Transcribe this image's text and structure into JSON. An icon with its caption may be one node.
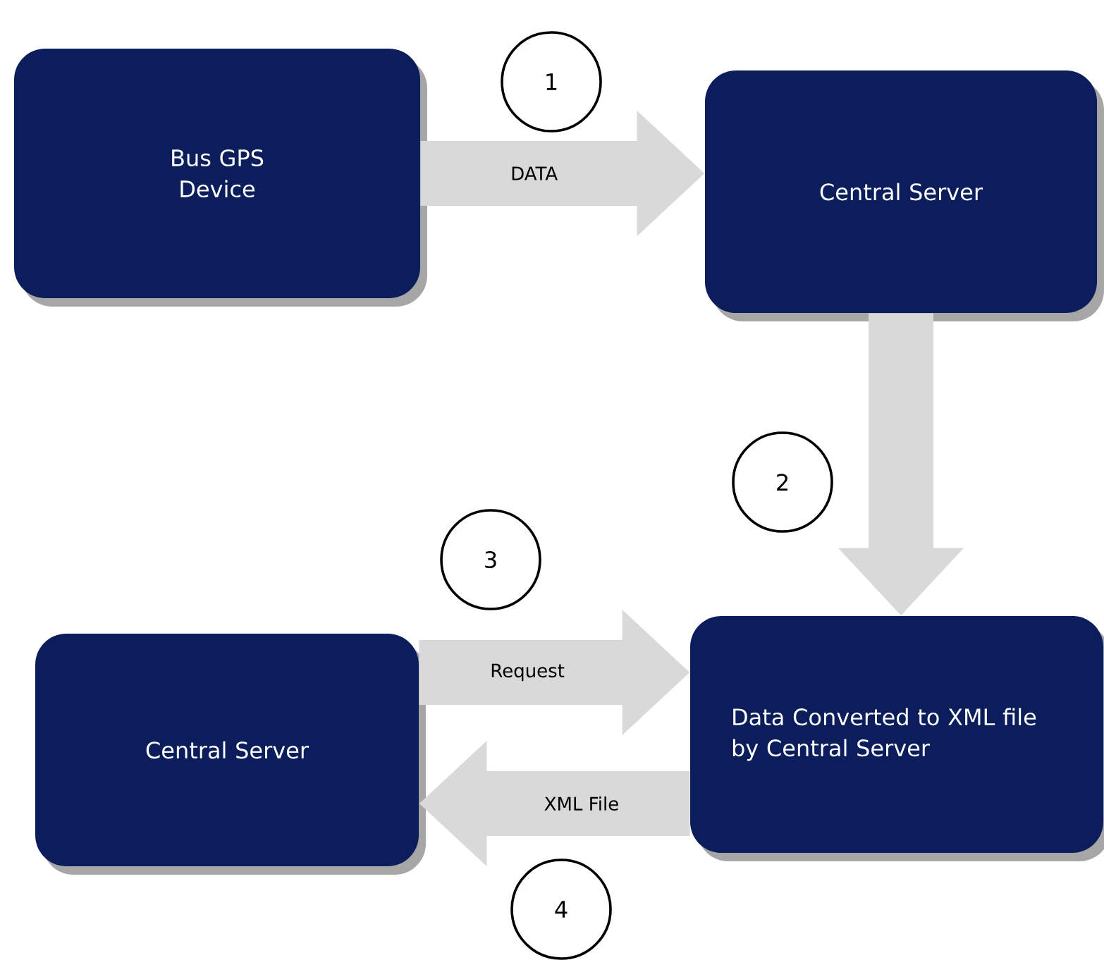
{
  "diagram": {
    "nodes": [
      {
        "text": [
          "Bus GPS Device"
        ]
      },
      {
        "text": [
          "Central Server"
        ]
      },
      {
        "text": [
          "Data Converted to XML file by Central Server"
        ]
      },
      {
        "text": [
          "Central Server"
        ]
      },
      {
        "text": [
          "1"
        ]
      },
      {
        "text": [
          "2"
        ]
      },
      {
        "text": [
          "3"
        ]
      },
      {
        "text": [
          "4"
        ]
      }
    ],
    "edges": [
      {
        "from": 0,
        "to": 1,
        "arrow": "to",
        "label": "DATA"
      },
      {
        "from": 1,
        "to": 2,
        "arrow": "to"
      },
      {
        "from": 3,
        "to": 2,
        "arrow": "to",
        "label": "Request"
      },
      {
        "from": 2,
        "to": 3,
        "arrow": "to",
        "label": "XML File"
      }
    ]
  }
}
